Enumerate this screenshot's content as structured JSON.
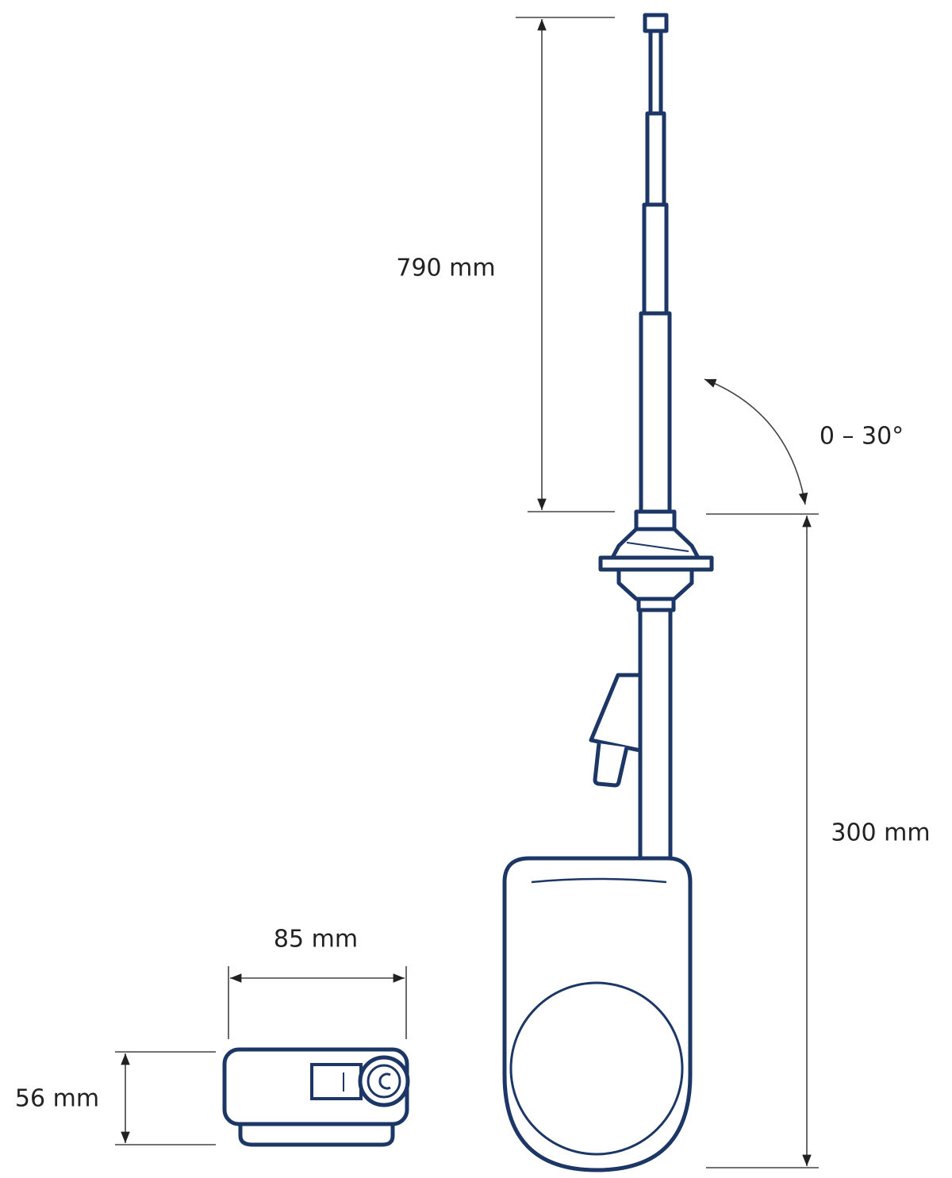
{
  "dimensions": {
    "antenna_length": "790 mm",
    "tilt_angle": "0 – 30°",
    "mount_height": "300 mm",
    "control_width": "85 mm",
    "control_height": "56 mm"
  },
  "colors": {
    "outline": "#1c3766",
    "dimension_line": "#333333"
  }
}
